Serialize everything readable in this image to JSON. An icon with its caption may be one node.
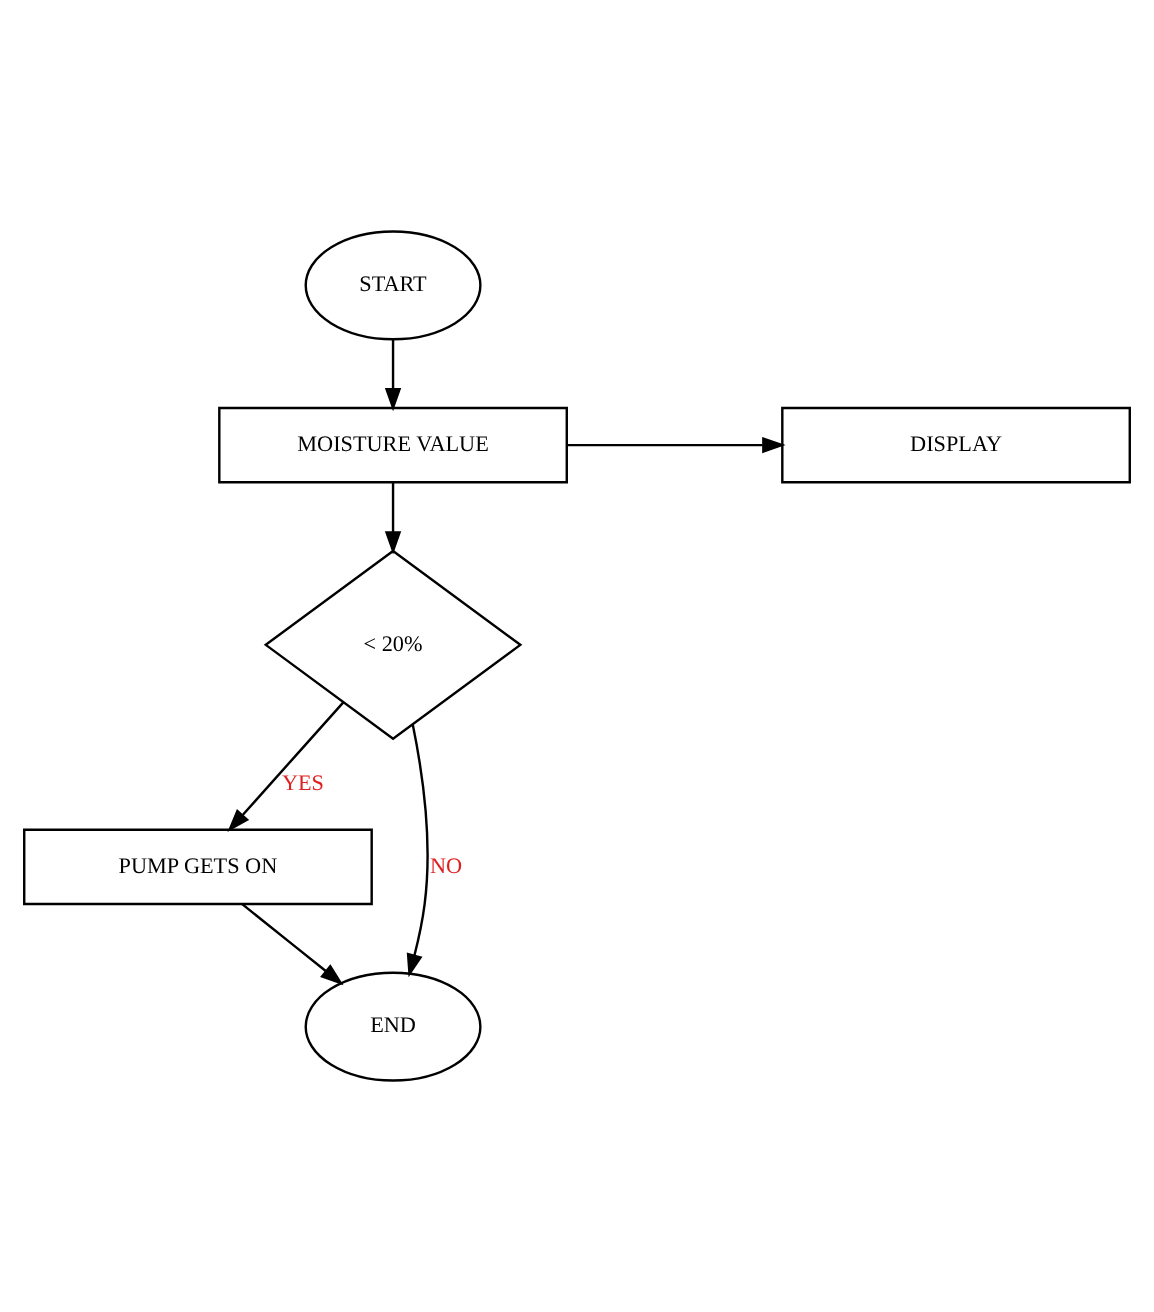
{
  "diagram": {
    "nodes": [
      {
        "text": [
          "START"
        ]
      },
      {
        "text": [
          "MOISTURE VALUE"
        ]
      },
      {
        "text": [
          "DISPLAY"
        ]
      },
      {
        "text": [
          "< 20%"
        ]
      },
      {
        "text": [
          "PUMP GETS ON"
        ]
      },
      {
        "text": [
          "END"
        ]
      }
    ],
    "edges": [
      {
        "from": 0,
        "to": 1,
        "arrow": "to"
      },
      {
        "from": 1,
        "to": 2,
        "arrow": "to"
      },
      {
        "from": 1,
        "to": 3,
        "arrow": "to"
      },
      {
        "from": 3,
        "to": 4,
        "arrow": "to",
        "label": "YES"
      },
      {
        "from": 4,
        "to": 5,
        "arrow": "to"
      },
      {
        "from": 3,
        "to": 5,
        "arrow": "to",
        "label": "NO"
      }
    ]
  }
}
